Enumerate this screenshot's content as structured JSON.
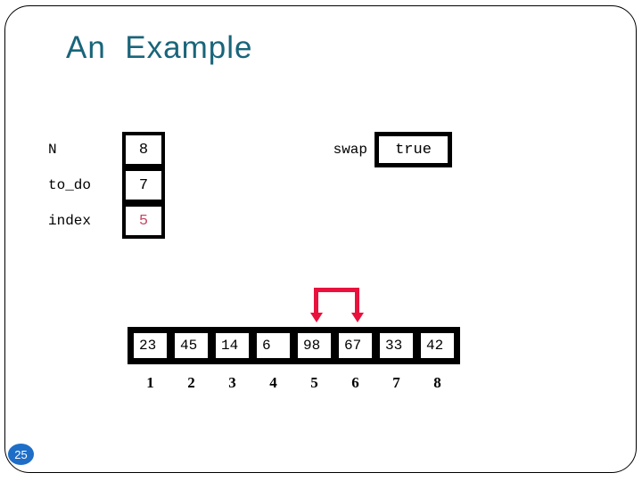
{
  "slide": {
    "title": "An  Example",
    "page_number": "25"
  },
  "colors": {
    "title_teal": "#19657A",
    "accent_red": "#E8123D",
    "highlight_red": "#C64A66",
    "badge_blue": "#1E6EC8"
  },
  "variables": {
    "items": [
      {
        "name": "N",
        "value": "8"
      },
      {
        "name": "to_do",
        "value": "7"
      },
      {
        "name": "index",
        "value": "5"
      }
    ]
  },
  "swap": {
    "label": "swap",
    "value": "true"
  },
  "array": {
    "cells": [
      "23",
      "45",
      "14",
      "6",
      "98",
      "67",
      "33",
      "42"
    ],
    "indices": [
      "1",
      "2",
      "3",
      "4",
      "5",
      "6",
      "7",
      "8"
    ],
    "swap_arrow_between_indices": [
      5,
      6
    ]
  }
}
